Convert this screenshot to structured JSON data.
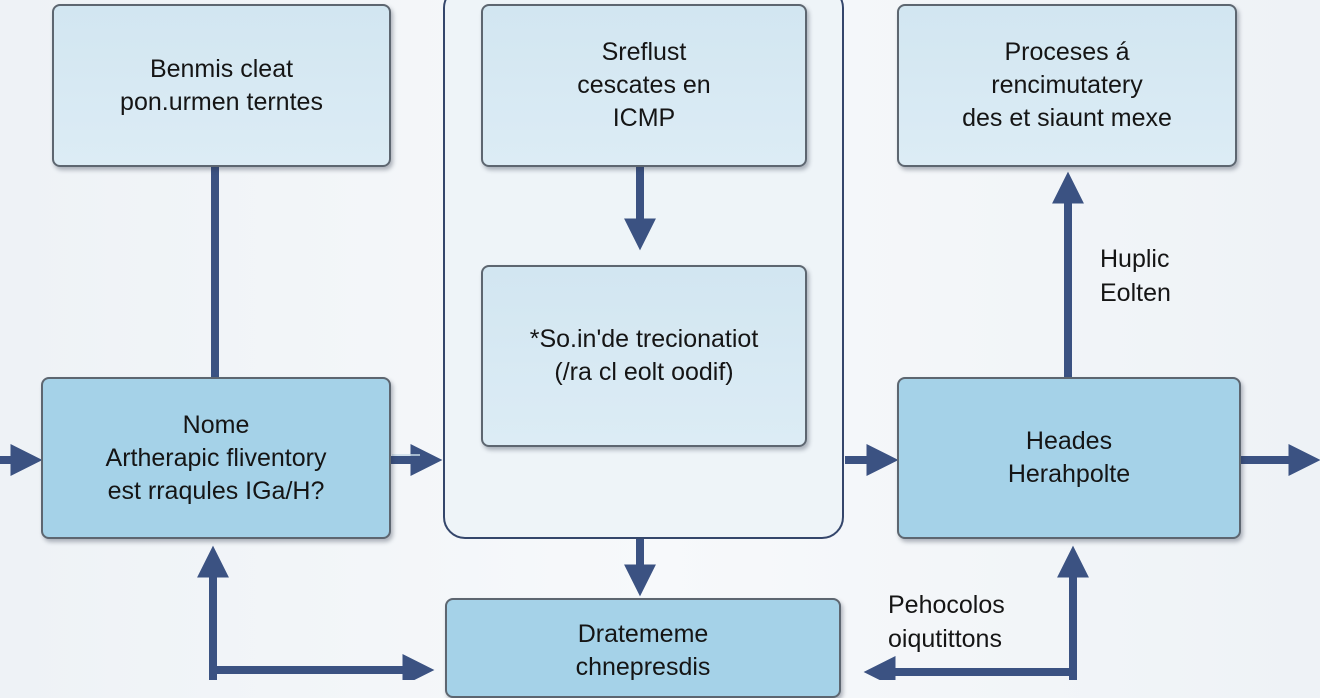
{
  "boxes": {
    "top_left": "Benmis cleat\npon.urmen terntes",
    "top_center": "Sreflust\ncescates en\nICMP",
    "middle_center": "*So.in'de trecionatiot\n(/ra cl eolt oodif)",
    "top_right": "Proceses á\nrencimutatery\ndes et siaunt mexe",
    "middle_left": "Nome\nArtherapic fliventory\nest rraqules IGa/H?",
    "middle_right": "Heades\nHerahpolte",
    "bottom_center": "Dratememe\nchnepresdis"
  },
  "labels": {
    "right_vertical": "Huplic\nEolten",
    "bottom_right": "Pehocolos\noiqutittons"
  },
  "colors": {
    "arrow": "#3b5282",
    "light_box": "#d6e9f3",
    "mid_box": "#a5d2e8"
  }
}
